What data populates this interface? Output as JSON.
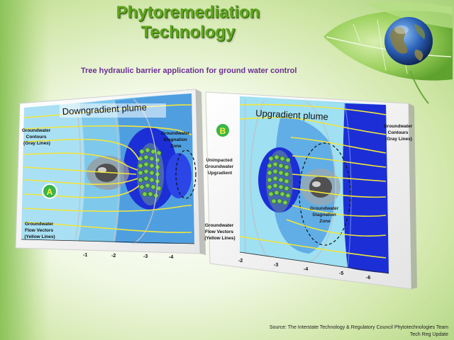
{
  "title": {
    "line1": "Phytoremediation",
    "line2": "Technology"
  },
  "subtitle": "Tree hydraulic barrier application for ground water control",
  "source": {
    "line1": "Source: The Interstate Technology & Regulatory Council Phytotechnologies Team",
    "line2": "Tech Reg Update"
  },
  "panel_a": {
    "badge": "A",
    "heading": "Downgradient plume",
    "contours_label": [
      "Groundwater",
      "Contours",
      "(Gray Lines)"
    ],
    "vectors_label": [
      "Groundwater",
      "Flow Vectors",
      "(Yellow Lines)"
    ],
    "stagnation_label": [
      "Groundwater",
      "Stagnation",
      "Zone"
    ],
    "ticks": [
      "-1",
      "-2",
      "-3",
      "-4"
    ]
  },
  "panel_b": {
    "badge": "B",
    "heading": "Upgradient plume",
    "contours_label": [
      "Groundwater",
      "Contours",
      "(Gray Lines)"
    ],
    "unimpacted_label": [
      "Unimpacted",
      "Groundwater",
      "Upgradient"
    ],
    "vectors_label": [
      "Groundwater",
      "Flow Vectors",
      "(Yellow Lines)"
    ],
    "stagnation_label": [
      "Groundwater",
      "Stagnation",
      "Zone"
    ],
    "ticks": [
      "-2",
      "-3",
      "-4",
      "-5",
      "-6"
    ]
  },
  "colors": {
    "title_green": "#5fa61d",
    "subtitle_purple": "#6b2f95",
    "badge_green": "#3ab54a",
    "flow_yellow": "#f2e63a",
    "deep_blue": "#1c2fd6"
  }
}
